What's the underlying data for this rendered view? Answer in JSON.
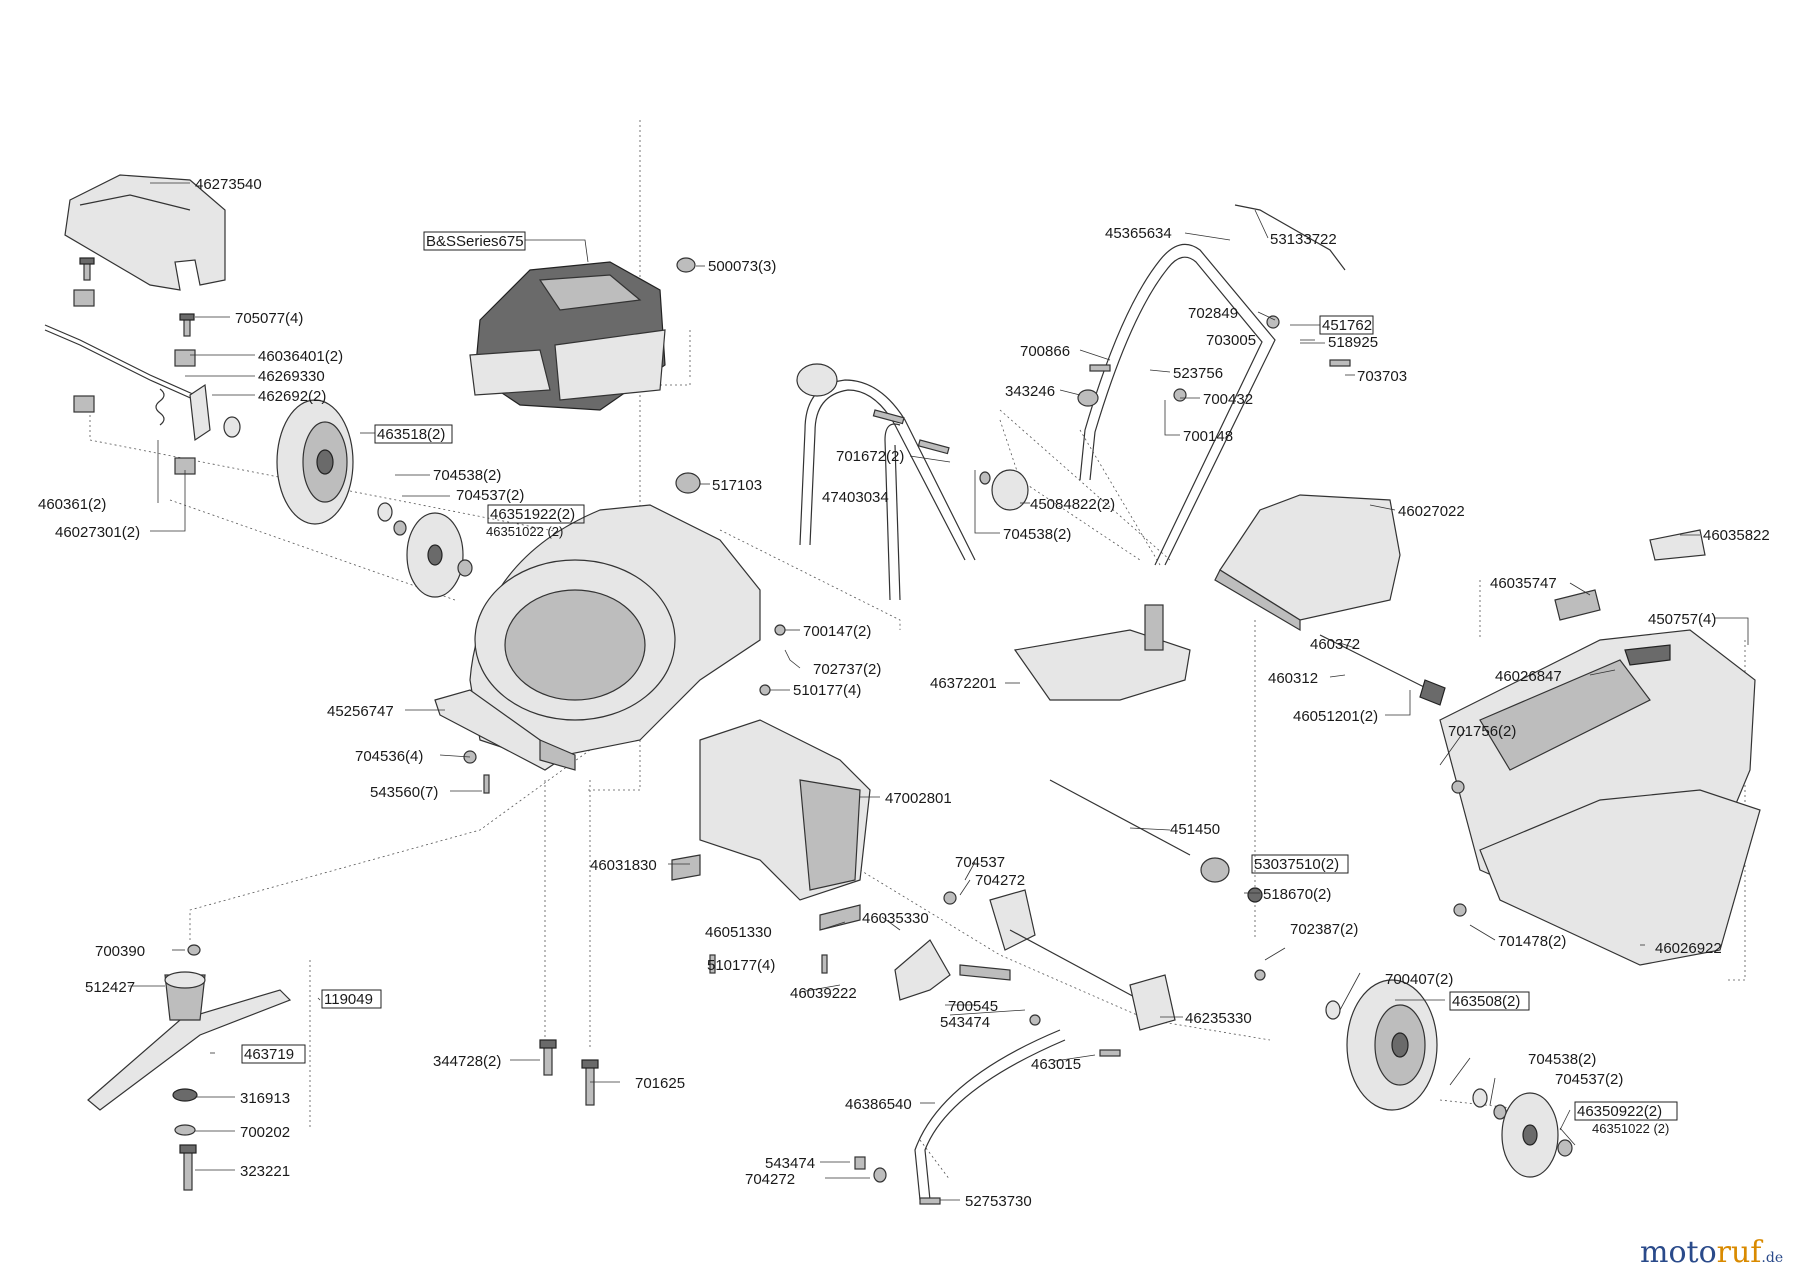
{
  "brand": {
    "name_a": "moto",
    "name_b": "ruf",
    "suffix": ".de"
  },
  "labels": [
    "46273540",
    "B&SSeries675",
    "500073(3)",
    "705077(4)",
    "46036401(2)",
    "46269330",
    "462692(2)",
    "463518(2)",
    "704538(2)",
    "704537(2)",
    "46351922(2)",
    "46351022 (2)",
    "460361(2)",
    "46027301(2)",
    "517103",
    "45365634",
    "53133722",
    "702849",
    "451762",
    "700866",
    "703005",
    "518925",
    "523756",
    "703703",
    "343246",
    "700432",
    "700148",
    "701672(2)",
    "47403034",
    "45084822(2)",
    "704538(2)",
    "46027022",
    "46035822",
    "46035747",
    "450757(4)",
    "700147(2)",
    "702737(2)",
    "510177(4)",
    "460372",
    "46372201",
    "460312",
    "46026847",
    "46051201(2)",
    "45256747",
    "704536(4)",
    "701756(2)",
    "543560(7)",
    "47002801",
    "451450",
    "46031830",
    "704537",
    "704272",
    "53037510(2)",
    "518670(2)",
    "46051330",
    "46035330",
    "701478(2)",
    "46026922",
    "700390",
    "510177(4)",
    "702387(2)",
    "512427",
    "119049",
    "46039222",
    "700407(2)",
    "700545",
    "543474",
    "46235330",
    "463508(2)",
    "463719",
    "344728(2)",
    "701625",
    "463015",
    "704538(2)",
    "316913",
    "46386540",
    "704537(2)",
    "700202",
    "46350922(2)",
    "46351022 (2)",
    "323221",
    "543474",
    "704272",
    "52753730"
  ],
  "boxed": [
    "B&SSeries675",
    "463518(2)",
    "46351922(2)",
    "451762",
    "53037510(2)",
    "119049",
    "463508(2)",
    "463719",
    "46350922(2)"
  ]
}
